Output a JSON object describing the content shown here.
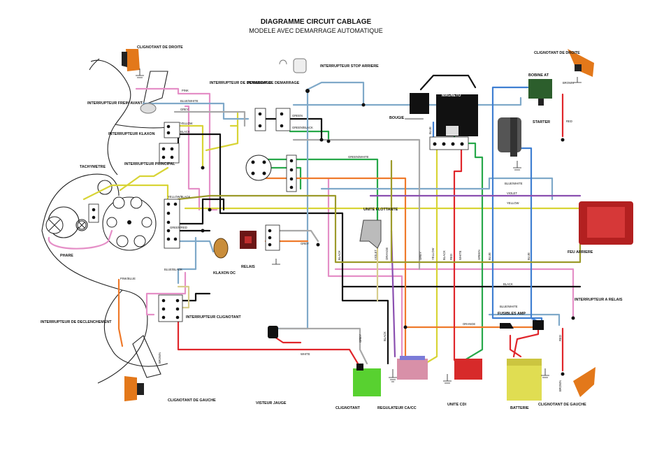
{
  "title": "DIAGRAMME CIRCUIT CABLAGE",
  "subtitle": "MODELE AVEC DEMARRAGE AUTOMATIQUE",
  "colors": {
    "pink": "#e58fc7",
    "yellow": "#d8d436",
    "green": "#27a84a",
    "black": "#111111",
    "lightblue": "#7fa9c9",
    "orange": "#ef7a2b",
    "red": "#e0262b",
    "blue": "#3f7fd2",
    "grey": "#a8a8a8",
    "violet": "#8a4fb0",
    "olive": "#9c9a2a",
    "cream": "#d7cd8c"
  },
  "components": {
    "clign_avant_droit": "CLIGNOTANT DE DROITE",
    "inter_stop_arriere": "INTERRUPTEUR STOP ARRIERE",
    "clign_arriere_droit": "CLIGNOTANT DE DROITE",
    "inter_frein_avant": "INTERRUPTEUR FREIN AVANT",
    "inter_demarrage": "INTERRUPTEUR DE DEMARRAGE",
    "poussoir_demarrage": "POUSSOIR DE DEMARRAGE",
    "magneto": "MAGNETO",
    "bobine_at": "BOBINE AT",
    "bougie": "BOUGIE",
    "starter": "STARTER",
    "inter_klaxon": "INTERRUPTEUR KLAXON",
    "inter_principal": "INTERRUPTEUR PRINCIPAL",
    "tachymetre": "TACHYMETRE",
    "unite_flottante": "UNITE FLOTTANTE",
    "phare": "PHARE",
    "feu_arriere": "FEU ARRIERE",
    "klaxon": "KLAXON DC",
    "relais": "RELAIS",
    "inter_declenchement": "INTERRUPTEUR DE DECLENCHEMENT",
    "inter_clignotant": "INTERRUPTEUR CLIGNOTANT",
    "inter_relais": "INTERRUPTEUR A RELAIS",
    "fusible": "FUSIBLES AMP",
    "clign_avant_gauche": "CLIGNOTANT DE GAUCHE",
    "voyant_jauge": "VISTEUR JAUGE",
    "clignotant_unit": "CLIGNOTANT",
    "regulateur": "REGULATEUR CA/CC",
    "unite_cdi": "UNITE CDI",
    "batterie": "BATTERIE",
    "clign_arriere_gauche": "CLIGNOTANT DE GAUCHE"
  },
  "wire_labels": {
    "pink": "PINK",
    "blue_white": "BLUE/WHITE",
    "grey": "GREY",
    "yellow": "YELLOW",
    "black": "BLACK",
    "green_black": "GREEN/BLACK",
    "green_white": "GREEN/WHITE",
    "green": "GREEN",
    "violet": "VIOLET",
    "orange": "ORANGE",
    "brown": "BROWN",
    "red": "RED",
    "white": "WHITE",
    "blue": "BLUE",
    "blue_black": "BLUE/BLACK",
    "yellow_black": "YELLOW/BLACK",
    "green_red": "GREEN/RED",
    "pink_blue": "PINK/BLUE"
  }
}
